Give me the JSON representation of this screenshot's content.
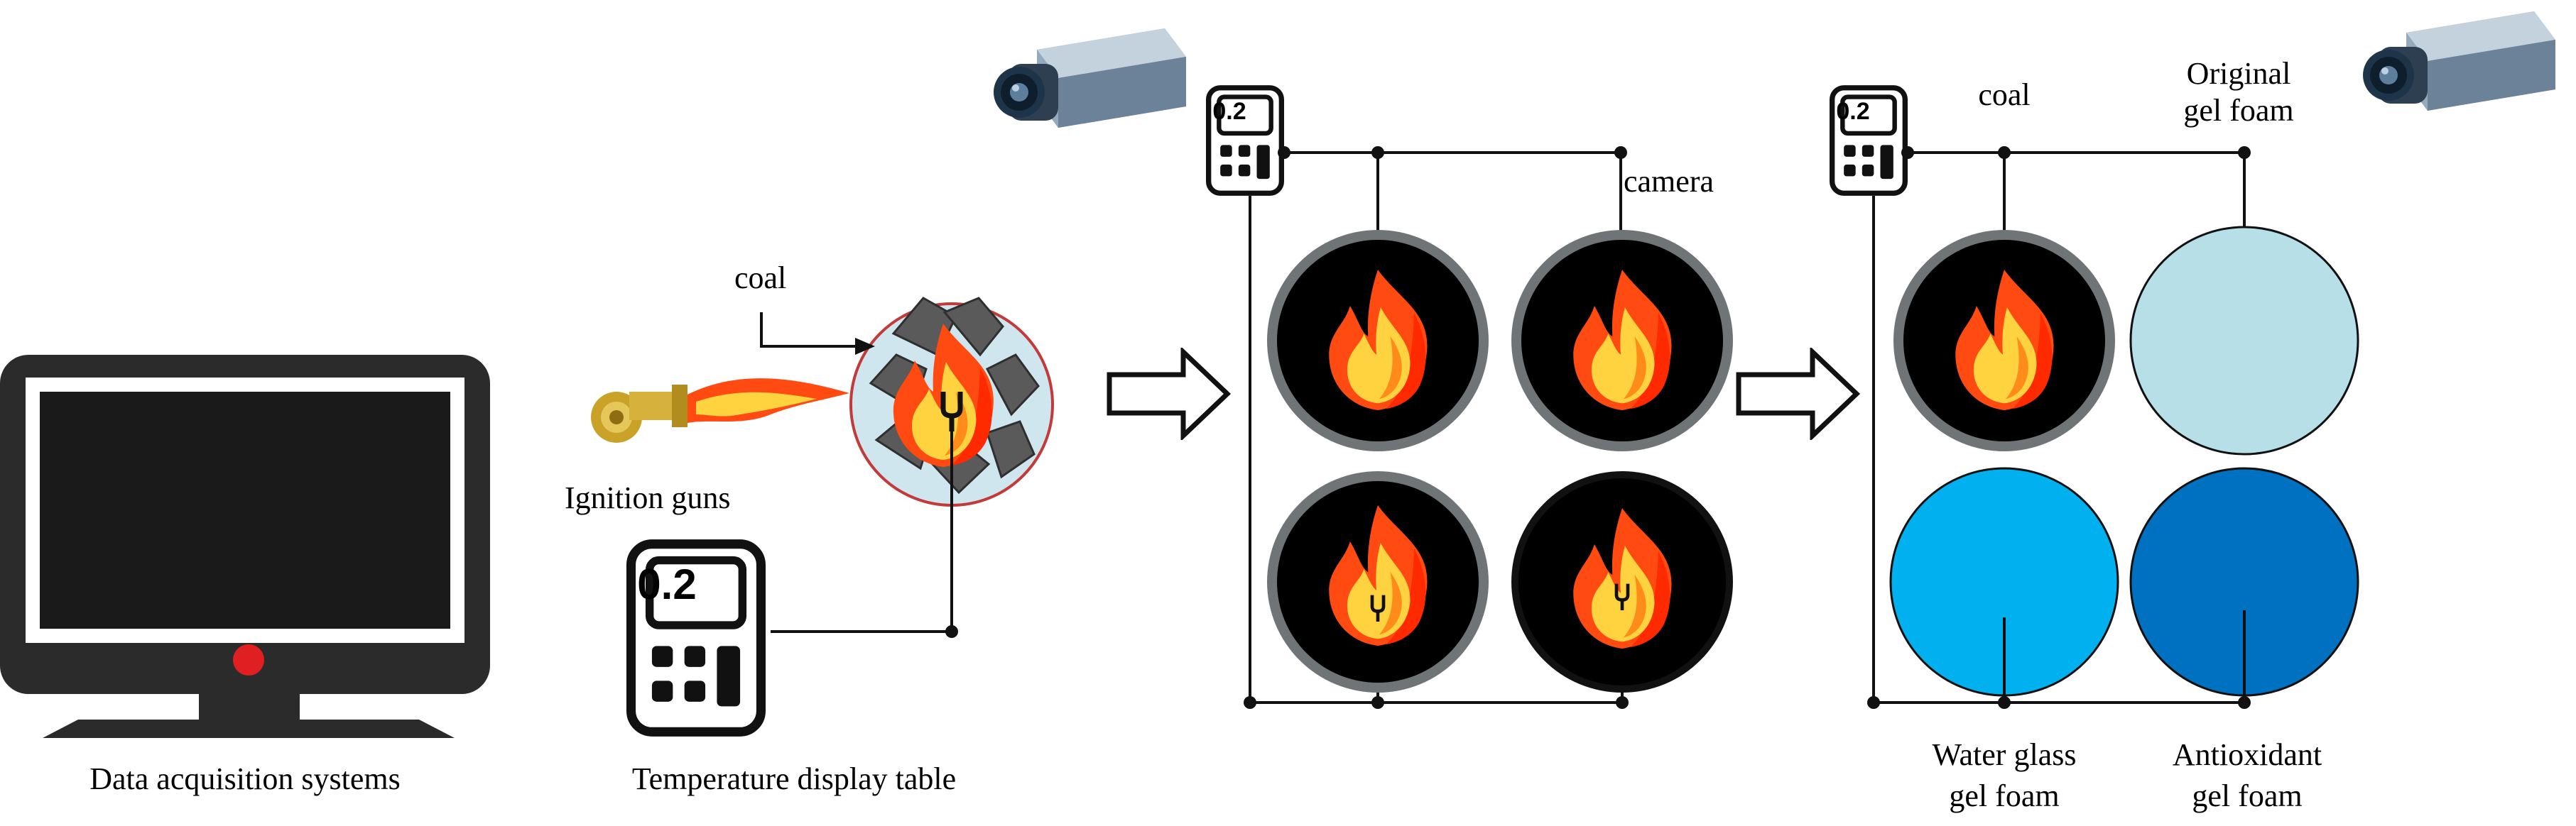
{
  "labels": {
    "data_acquisition": "Data acquisition systems",
    "temperature_table": "Temperature display table",
    "ignition_guns": "Ignition guns",
    "coal_left": "coal",
    "camera": "camera",
    "coal_right": "coal",
    "original_gel_foam_line1": "Original",
    "original_gel_foam_line2": "gel foam",
    "water_glass_line1": "Water glass",
    "water_glass_line2": "gel foam",
    "antioxidant_line1": "Antioxidant",
    "antioxidant_line2": "gel foam"
  },
  "meters": {
    "reading": "0.2"
  },
  "colors": {
    "monitor_body": "#2b2b2b",
    "monitor_screen": "#1a1a1a",
    "power_led": "#e02020",
    "flame_outer": "#ff4a12",
    "flame_mid": "#ff8c1a",
    "flame_inner": "#ffd23f",
    "ring": "#6f7577",
    "original_gel_foam": "#b7dfe8",
    "water_glass_gel_foam": "#00b0ef",
    "antioxidant_gel_foam": "#0070c0",
    "coal_sphere": "#cfe6ee",
    "coal_sphere_border": "#c23a3a",
    "gun_gold": "#c9a227"
  },
  "icons": [
    "monitor-icon",
    "digital-meter-icon",
    "ignition-gun-icon",
    "camera-icon",
    "flame-icon",
    "thermocouple-icon",
    "arrow-right-icon"
  ]
}
